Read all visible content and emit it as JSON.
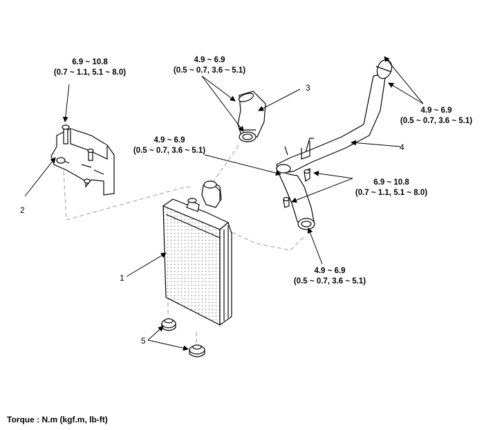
{
  "torques": {
    "bracket_bolt": {
      "nm": "6.9 ~ 10.8",
      "alt": "(0.7 ~ 1.1, 5.1 ~ 8.0)"
    },
    "hose3_clamp": {
      "nm": "4.9 ~ 6.9",
      "alt": "(0.5 ~ 0.7, 3.6 ~ 5.1)"
    },
    "pipe4_end_clamp": {
      "nm": "4.9 ~ 6.9",
      "alt": "(0.5 ~ 0.7, 3.6 ~ 5.1)"
    },
    "mid_clamp": {
      "nm": "4.9 ~ 6.9",
      "alt": "(0.5 ~ 0.7, 3.6 ~ 5.1)"
    },
    "pipe_bolts": {
      "nm": "6.9 ~ 10.8",
      "alt": "(0.7 ~ 1.1, 5.1 ~ 8.0)"
    },
    "lower_clamp": {
      "nm": "4.9 ~ 6.9",
      "alt": "(0.5 ~ 0.7, 3.6 ~ 5.1)"
    }
  },
  "callouts": [
    "1",
    "2",
    "3",
    "4",
    "5"
  ],
  "footer": "Torque : N.m (kgf.m, lb-ft)"
}
